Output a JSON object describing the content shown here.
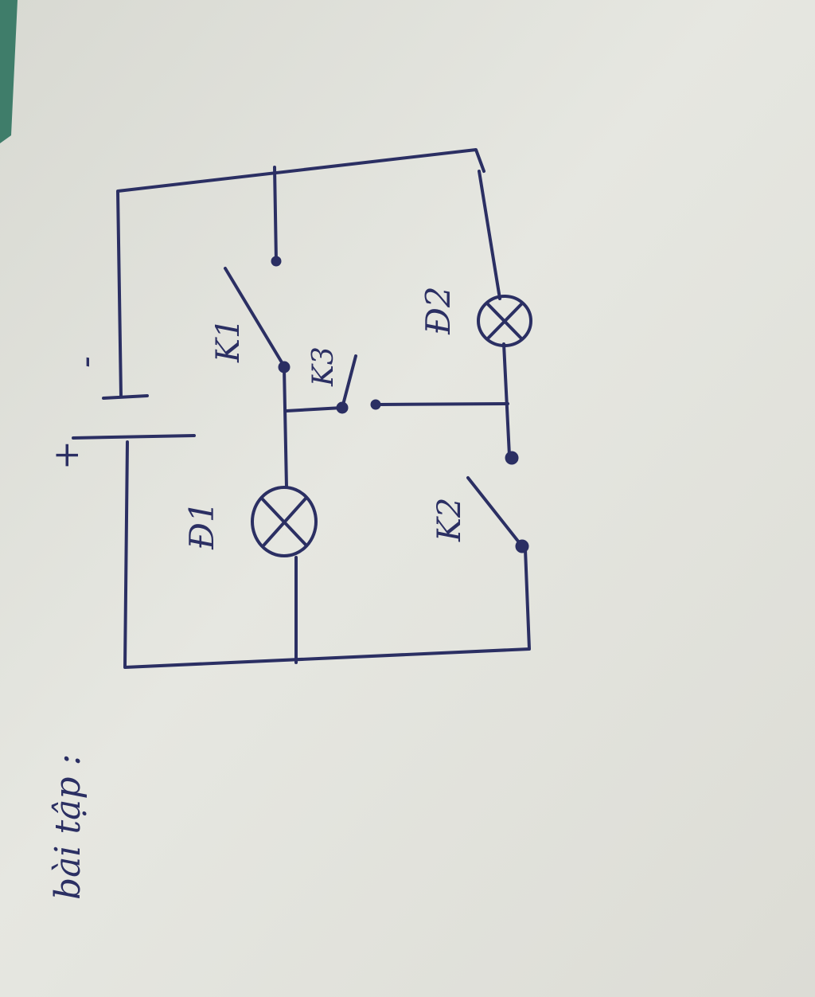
{
  "heading": "bài tập :",
  "battery": {
    "plus": "+",
    "minus": "-"
  },
  "lamps": {
    "d1": "Đ1",
    "d2": "Đ2"
  },
  "switches": {
    "k1": "K1",
    "k2": "K2",
    "k3": "K3"
  },
  "colors": {
    "ink": "#2b2f63",
    "paper": "#e4e5df",
    "edge": "#3f7d6a"
  }
}
